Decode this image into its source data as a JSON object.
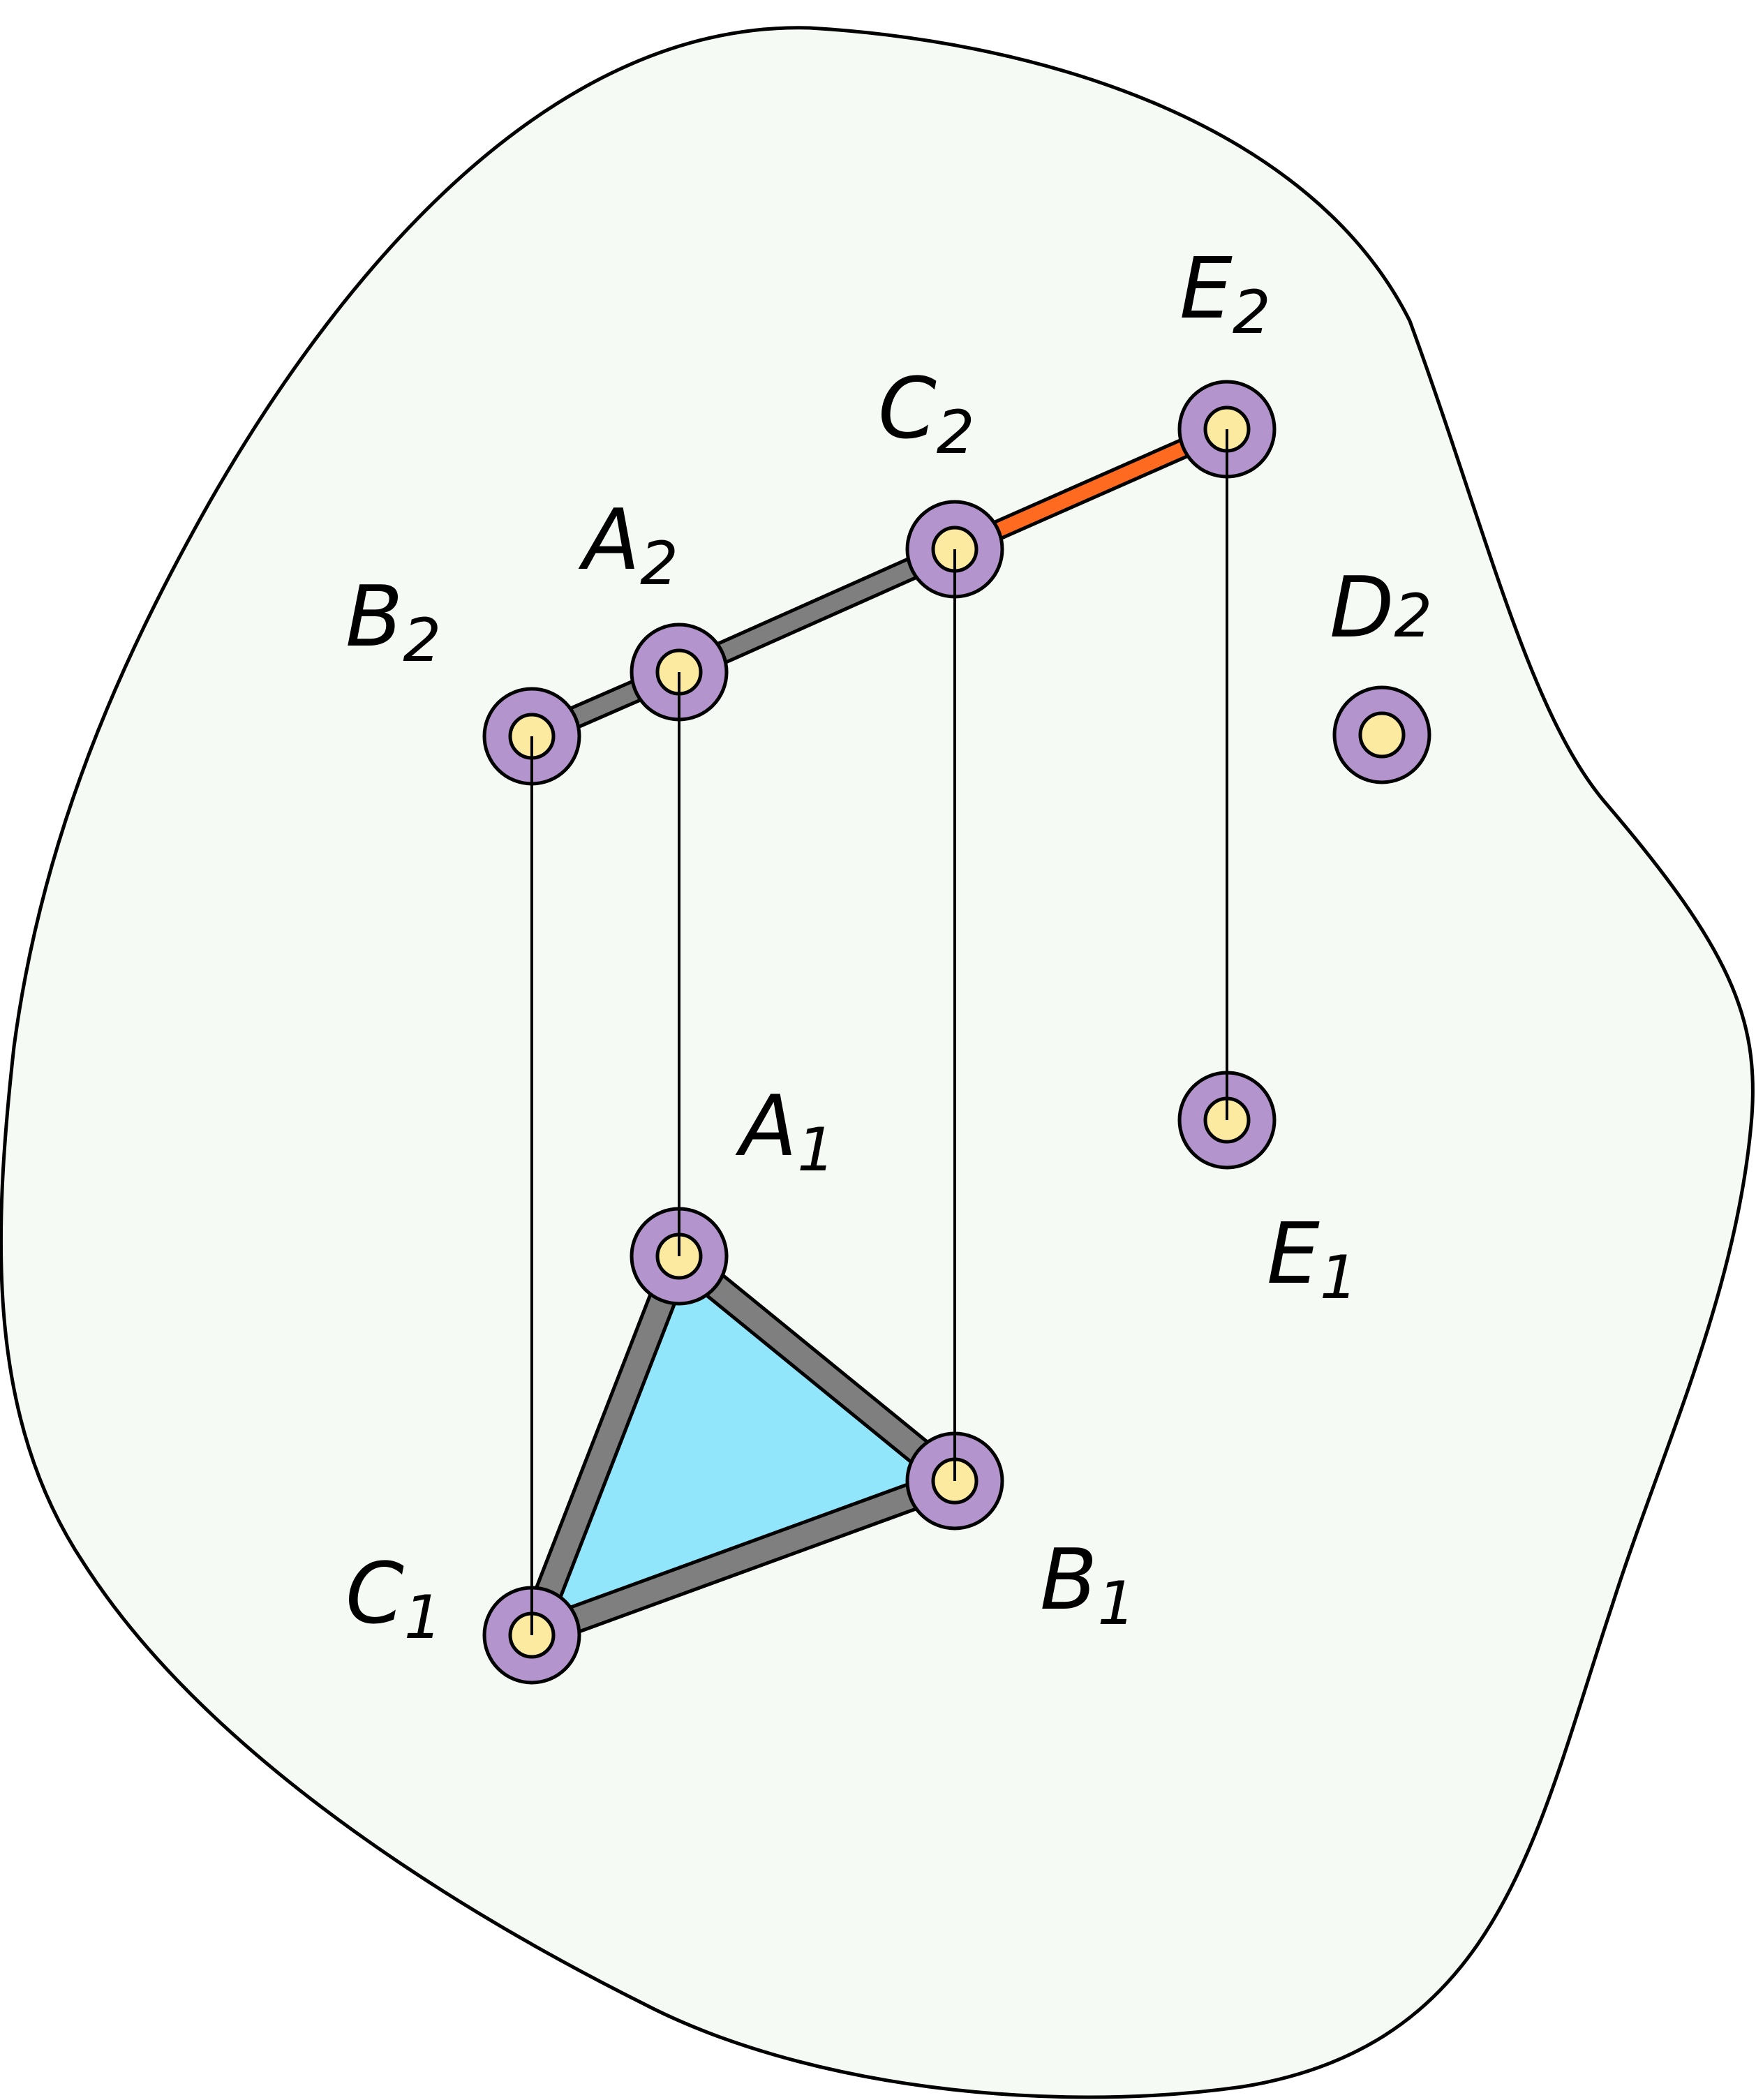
{
  "diagram": {
    "colors": {
      "background": "#f5faf4",
      "outline": "#000000",
      "edge": "#7f7f7f",
      "highlight_edge": "#ff6a21",
      "triangle_fill": "#92e6fb",
      "point_ring": "#b394cd",
      "point_core": "#fbeaa0",
      "link_line": "#000000"
    },
    "points": {
      "A2": {
        "letter": "A",
        "index": "2"
      },
      "B2": {
        "letter": "B",
        "index": "2"
      },
      "C2": {
        "letter": "C",
        "index": "2"
      },
      "D2": {
        "letter": "D",
        "index": "2"
      },
      "E2": {
        "letter": "E",
        "index": "2"
      },
      "A1": {
        "letter": "A",
        "index": "1"
      },
      "B1": {
        "letter": "B",
        "index": "1"
      },
      "C1": {
        "letter": "C",
        "index": "1"
      },
      "E1": {
        "letter": "E",
        "index": "1"
      }
    }
  }
}
